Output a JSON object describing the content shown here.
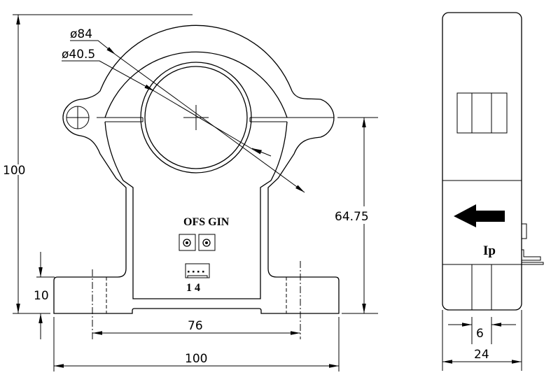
{
  "front_view": {
    "dimensions": {
      "outer_diameter": "ø84",
      "inner_diameter": "ø40.5",
      "total_height": "100",
      "center_height": "64.75",
      "flange_height": "10",
      "mount_spacing": "76",
      "total_width": "100"
    },
    "labels": {
      "trimmers": "OFS GIN",
      "connector_pins": "1 4"
    }
  },
  "side_view": {
    "dimensions": {
      "slot_width": "6",
      "depth": "24"
    },
    "current_label": "Ip",
    "arrow_direction": "left"
  }
}
